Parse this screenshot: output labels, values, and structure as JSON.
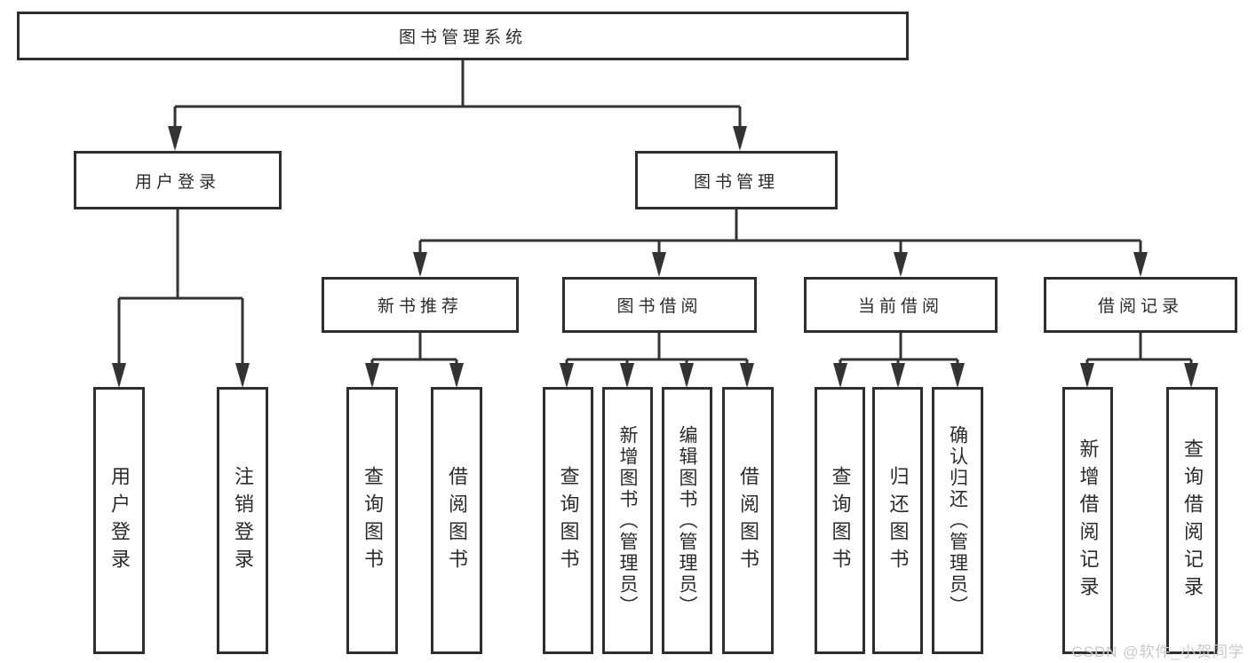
{
  "diagram": {
    "root": "图书管理系统",
    "branches": [
      {
        "label": "用户登录",
        "children": [
          "用户登录",
          "注销登录"
        ]
      },
      {
        "label": "图书管理",
        "groups": [
          {
            "label": "新书推荐",
            "children": [
              "查询图书",
              "借阅图书"
            ]
          },
          {
            "label": "图书借阅",
            "children": [
              "查询图书",
              "新增图书（管理员）",
              "编辑图书（管理员）",
              "借阅图书"
            ]
          },
          {
            "label": "当前借阅",
            "children": [
              "查询图书",
              "归还图书",
              "确认归还（管理员）"
            ]
          },
          {
            "label": "借阅记录",
            "children": [
              "新增借阅记录",
              "查询借阅记录"
            ]
          }
        ]
      }
    ]
  },
  "watermark": {
    "text": "CSDN @软件_小贺同学",
    "color": "#c9c9c9"
  },
  "style": {
    "line_color": "#333333",
    "box_border_color": "#2e2e2e",
    "box_fill": "#ffffff",
    "text_color": "#2b2b2b",
    "background": "#ffffff"
  }
}
